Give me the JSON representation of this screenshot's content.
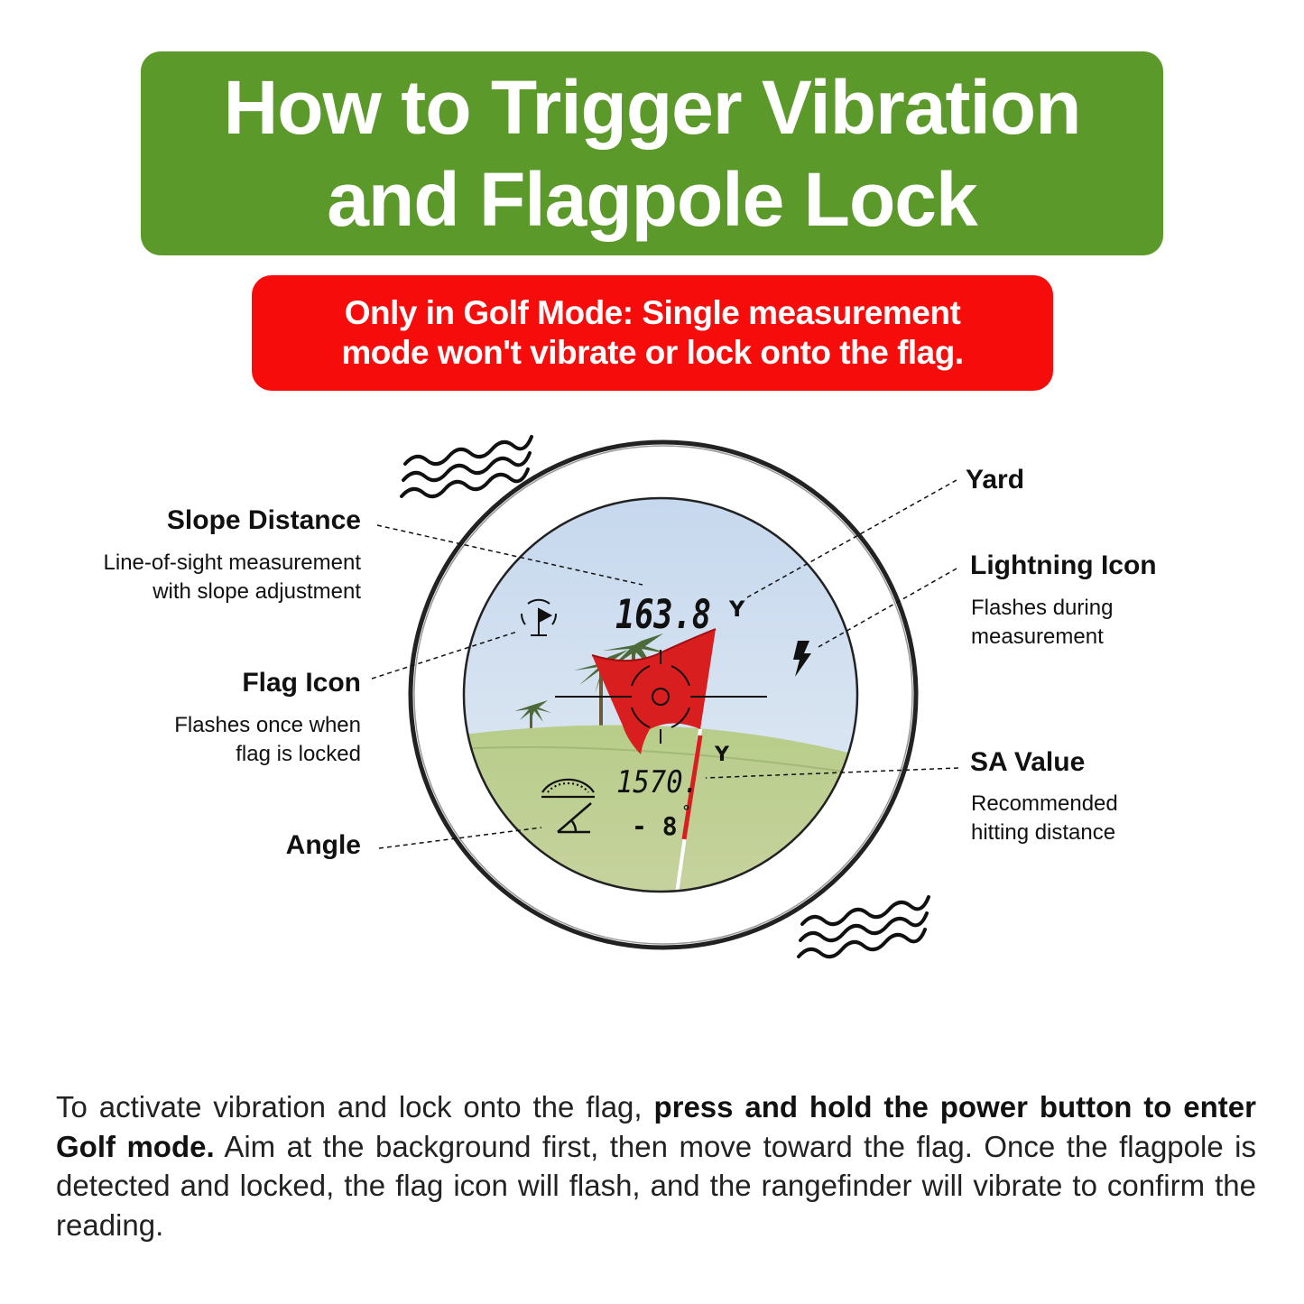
{
  "title": {
    "line1": "How to Trigger Vibration",
    "line2": "and Flagpole Lock"
  },
  "note": {
    "line1": "Only in Golf Mode: Single measurement",
    "line2": "mode won't vibrate or lock onto the flag."
  },
  "display": {
    "slope_distance": "163.8",
    "unit_top": "Y",
    "sa_value": "1570.",
    "unit_sa": "Y",
    "angle_value": "- 8",
    "degree_mark": "°"
  },
  "callouts": {
    "slope_distance": {
      "label": "Slope Distance",
      "desc1": "Line-of-sight measurement",
      "desc2": "with slope adjustment"
    },
    "flag_icon": {
      "label": "Flag Icon",
      "desc1": "Flashes once when",
      "desc2": "flag is locked"
    },
    "angle": {
      "label": "Angle"
    },
    "yard": {
      "label": "Yard"
    },
    "lightning_icon": {
      "label": "Lightning Icon",
      "desc1": "Flashes during",
      "desc2": "measurement"
    },
    "sa_value": {
      "label": "SA Value",
      "desc1": "Recommended",
      "desc2": "hitting distance"
    }
  },
  "footer": {
    "part1": "To activate vibration and lock onto the flag, ",
    "bold": "press and hold the power button to enter Golf mode.",
    "part2": " Aim at the background first, then move toward the flag. Once the flagpole is detected and locked, the flag icon will flash, and the rangefinder will vibrate to confirm the reading."
  },
  "colors": {
    "title_bg": "#5b9a2a",
    "note_bg": "#f70c0c",
    "flag_red": "#d81e1e",
    "sky": "#cfe0f1",
    "grass": "#a9c27a"
  },
  "icons": [
    "flag-lock-icon",
    "lightning-icon",
    "slope-arc-icon",
    "angle-icon",
    "crosshair-icon",
    "vibration-wave-icon"
  ]
}
